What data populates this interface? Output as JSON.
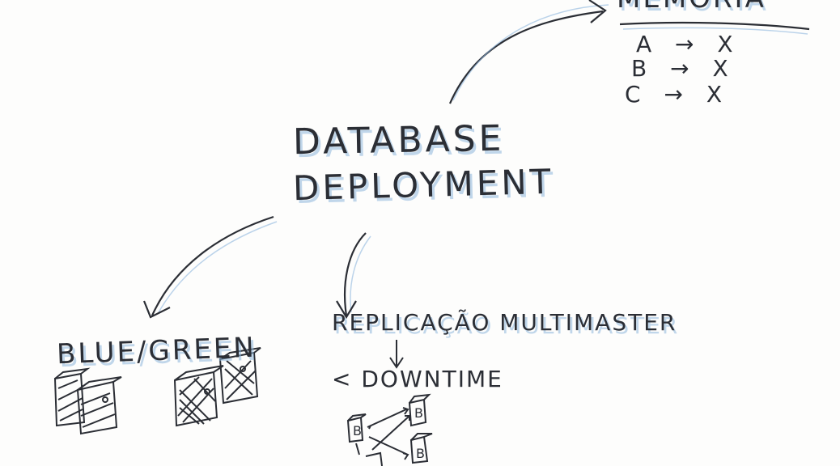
{
  "center": {
    "line1": "DATABASE",
    "line2": "DEPLOYMENT"
  },
  "top_right": {
    "title": "MEMÓRIA",
    "mappings": [
      {
        "from": "A",
        "to": "X"
      },
      {
        "from": "B",
        "to": "X"
      },
      {
        "from": "C",
        "to": "X"
      }
    ]
  },
  "left_branch": {
    "label": "BLUE/GREEN"
  },
  "right_branch": {
    "label": "REPLICAÇÃO MULTIMASTER",
    "result": "< DOWNTIME",
    "node_label": "B"
  },
  "colors": {
    "ink": "#2b2e35",
    "ghost_blue": "#8fb8dd",
    "paper": "#fdfdfc"
  }
}
